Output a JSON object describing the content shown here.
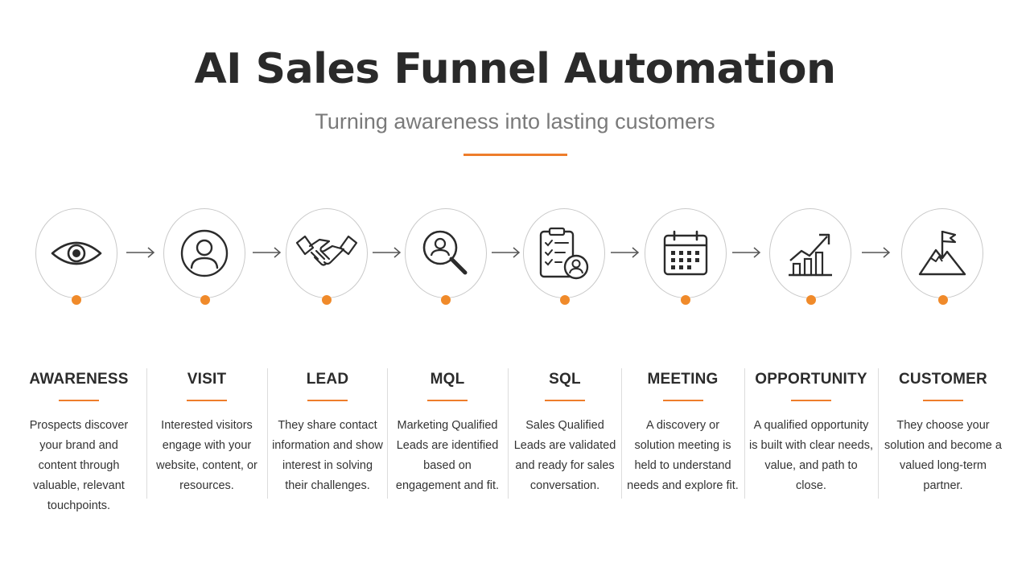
{
  "title": "AI Sales Funnel Automation",
  "subtitle": "Turning awareness into lasting customers",
  "accent_color": "#ee7d2b",
  "stages": [
    {
      "name": "AWARENESS",
      "icon": "eye-icon",
      "description": "Prospects discover your brand and content through valuable, relevant touchpoints."
    },
    {
      "name": "VISIT",
      "icon": "user-circle-icon",
      "description": "Interested visitors engage with your website, content, or resources."
    },
    {
      "name": "LEAD",
      "icon": "handshake-icon",
      "description": "They share contact information and show interest in solving their challenges."
    },
    {
      "name": "MQL",
      "icon": "magnifier-user-icon",
      "description": "Marketing Qualified Leads are identified based on engagement and fit."
    },
    {
      "name": "SQL",
      "icon": "clipboard-checklist-icon",
      "description": "Sales Qualified Leads are validated and ready for sales conversation."
    },
    {
      "name": "MEETING",
      "icon": "calendar-icon",
      "description": "A discovery or solution meeting is held to understand needs and explore fit."
    },
    {
      "name": "OPPORTUNITY",
      "icon": "growth-chart-icon",
      "description": "A qualified opportunity is built with clear needs, value, and path to close."
    },
    {
      "name": "CUSTOMER",
      "icon": "mountain-flag-icon",
      "description": "They choose your solution and become a valued long-term partner."
    }
  ]
}
